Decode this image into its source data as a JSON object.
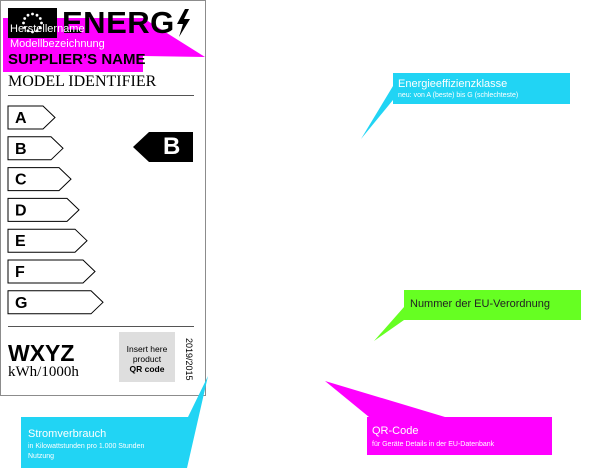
{
  "energy_label": {
    "brand": "ENERG",
    "supplier": "SUPPLIER’S NAME",
    "model": "MODEL IDENTIFIER",
    "classes": [
      "A",
      "B",
      "C",
      "D",
      "E",
      "F",
      "G"
    ],
    "selected_class": "B",
    "consumption_value": "WXYZ",
    "consumption_unit": "kWh/1000h",
    "qr_line1": "Insert here",
    "qr_line2": "product",
    "qr_line3": "QR code",
    "regulation": "2019/2015"
  },
  "callouts": {
    "manufacturer_title": "Herstellername",
    "manufacturer_subtitle": "Modellbezeichnung",
    "efficiency_title": "Energieeffizienzklasse",
    "efficiency_sub": "neu: von A (beste) bis G (schlechteste)",
    "regulation_title": "Nummer der EU-Verordnung",
    "consumption_title": "Stromverbrauch",
    "consumption_sub1": "in Kilowattstunden pro 1.000 Stunden",
    "consumption_sub2": "Nutzung",
    "qr_title": "QR-Code",
    "qr_sub": "für Geräte Details in der EU-Datenbank"
  },
  "colors": {
    "magenta": "#ff00ff",
    "cyan": "#21d4f4",
    "green": "#66ff22",
    "black": "#000000",
    "qr_gray": "#dedede",
    "eu_blue": "#003399",
    "eu_star": "#ffcc00"
  }
}
